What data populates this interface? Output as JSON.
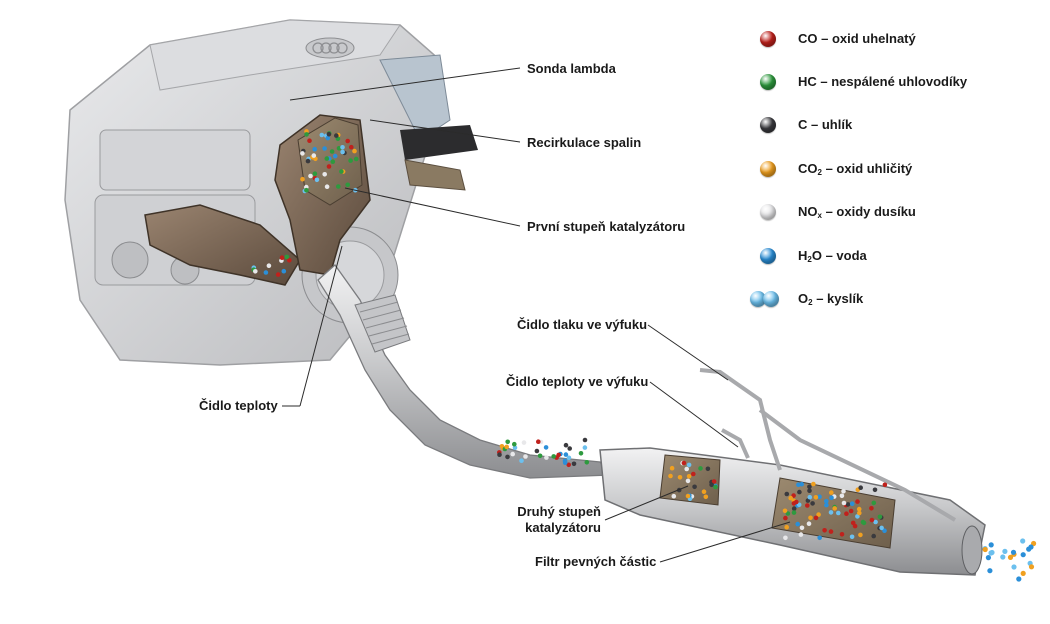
{
  "labels": {
    "sonda_lambda": "Sonda lambda",
    "recirkulace": "Recirkulace spalin",
    "prvni_stupen": "První stupeň katalyzátoru",
    "cidlo_teploty": "Čidlo teploty",
    "cidlo_tlaku": "Čidlo tlaku ve výfuku",
    "cidlo_teploty_vyfuk": "Čidlo teploty ve výfuku",
    "druhy_stupen_line1": "Druhý stupeň",
    "druhy_stupen_line2": "katalyzátoru",
    "filtr": "Filtr pevných částic"
  },
  "legend": [
    {
      "id": "co",
      "base": "CO",
      "sub": "",
      "rest": " – oxid uhelnatý",
      "color": "#c0211c",
      "icon": "red-ball-icon"
    },
    {
      "id": "hc",
      "base": "HC",
      "sub": "",
      "rest": " – nespálené uhlovodíky",
      "color": "#2e9a3e",
      "icon": "green-ball-icon"
    },
    {
      "id": "c",
      "base": "C",
      "sub": "",
      "rest": " – uhlík",
      "color": "#3a3a3e",
      "icon": "black-ball-icon"
    },
    {
      "id": "co2",
      "base": "CO",
      "sub": "2",
      "rest": " – oxid uhličitý",
      "color": "#f0a020",
      "icon": "orange-ball-icon"
    },
    {
      "id": "nox",
      "base": "NO",
      "sub": "x",
      "rest": " – oxidy dusíku",
      "color": "#e8e8ea",
      "icon": "white-ball-icon"
    },
    {
      "id": "h2o",
      "base": "H",
      "sub": "2",
      "rest": "O – voda",
      "color": "#2b8fd8",
      "icon": "blue-ball-icon"
    },
    {
      "id": "o2",
      "base": "O",
      "sub": "2",
      "rest": " – kyslík",
      "color": "#6cc0ee",
      "icon": "light-blue-double-ball-icon"
    }
  ]
}
